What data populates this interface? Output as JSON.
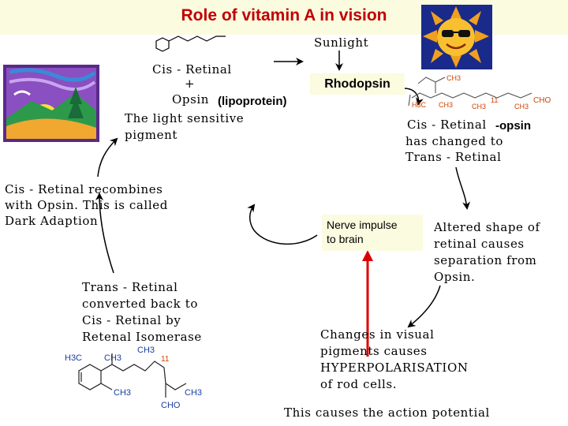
{
  "title": "Role of vitamin A in vision",
  "labels": {
    "sunlight": "Sunlight",
    "cis_retinal": "Cis - Retinal",
    "plus": "+",
    "opsin": "Opsin",
    "lipoprotein": "(lipoprotein)",
    "light_sensitive_1": "The light sensitive",
    "light_sensitive_2": "pigment",
    "rhodopsin": "Rhodopsin",
    "changed_1a": "Cis - Retinal",
    "changed_1b": "-opsin",
    "changed_2": "has changed to",
    "changed_3": "Trans - Retinal",
    "recombines_1": "Cis - Retinal recombines",
    "recombines_2": "with Opsin. This is called",
    "recombines_3": "Dark Adaption",
    "nerve_1": "Nerve impulse",
    "nerve_2": "to brain",
    "altered_1": "Altered shape of",
    "altered_2": "retinal causes",
    "altered_3": "separation from",
    "altered_4": "Opsin.",
    "trans_1": "Trans - Retinal",
    "trans_2": "converted back to",
    "trans_3": "Cis - Retinal by",
    "trans_4": "Retenal Isomerase",
    "changes_1": "Changes in visual",
    "changes_2": "pigments causes",
    "changes_3": "HYPERPOLARISATION",
    "changes_4": "of rod cells.",
    "action": "This causes the action potential"
  },
  "chem_top": {
    "ch3_a": "CH3",
    "h3c": "H3C",
    "ch3_b": "CH3",
    "ch3_c": "CH3",
    "ch3_d": "CH3",
    "n11": "11",
    "cho": "CHO"
  },
  "chem_bottom": {
    "h3c": "H3C",
    "ch3_a": "CH3",
    "ch3_b": "CH3",
    "ch3_c": "CH3",
    "ch3_d": "CH3",
    "n11": "11",
    "cho": "CHO"
  },
  "colors": {
    "title": "#c00000",
    "highlight_box": "#fbfbe0",
    "nerve_arrow": "#dd0000"
  },
  "icons": [
    "landscape-clipart-icon",
    "sun-with-sunglasses-icon"
  ]
}
